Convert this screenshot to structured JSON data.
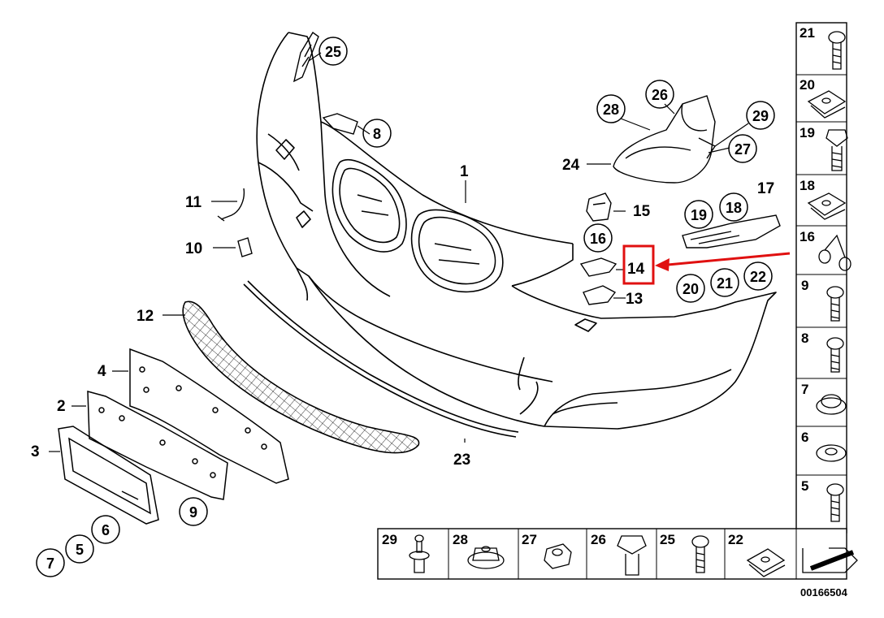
{
  "diagram": {
    "drawing_number": "00166504",
    "highlight_color": "#e01010",
    "line_color": "#000000",
    "labels": {
      "l1": "1",
      "l2": "2",
      "l3": "3",
      "l4": "4",
      "l5": "5",
      "l6": "6",
      "l7": "7",
      "l8": "8",
      "l9": "9",
      "l10": "10",
      "l11": "11",
      "l12": "12",
      "l13": "13",
      "l14": "14",
      "l15": "15",
      "l16": "16",
      "l17": "17",
      "l18": "18",
      "l19": "19",
      "l20": "20",
      "l21": "21",
      "l22": "22",
      "l23": "23",
      "l24": "24",
      "l25": "25",
      "l26": "26",
      "l27": "27",
      "l28": "28",
      "l29": "29"
    },
    "side_panel": [
      "21",
      "20",
      "19",
      "18",
      "16",
      "9",
      "8",
      "7",
      "6",
      "5"
    ],
    "bottom_panel": [
      "29",
      "28",
      "27",
      "26",
      "25",
      "22"
    ]
  }
}
